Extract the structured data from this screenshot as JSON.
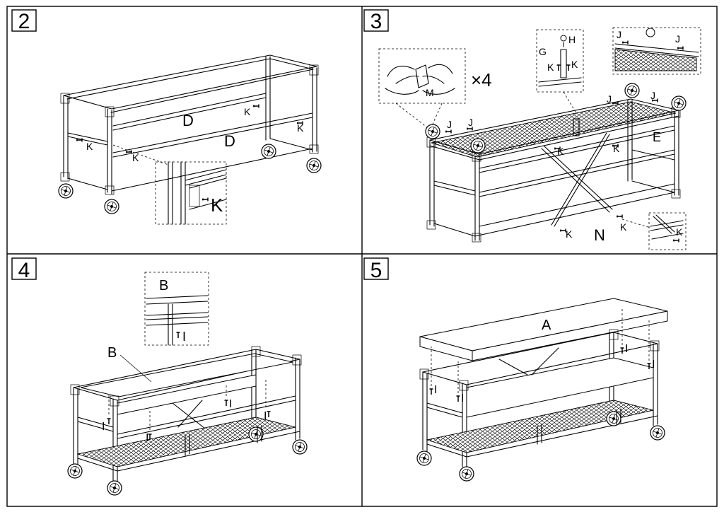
{
  "steps": [
    {
      "number": "2",
      "labels": {
        "d1": "D",
        "d2": "D",
        "k": "K",
        "k_detail": "K"
      }
    },
    {
      "number": "3",
      "labels": {
        "times": "×4",
        "m": "M",
        "j": "J",
        "g": "G",
        "h": "H",
        "k": "K",
        "e": "E",
        "n": "N"
      }
    },
    {
      "number": "4",
      "labels": {
        "b_detail": "B",
        "b": "B",
        "i": "I"
      }
    },
    {
      "number": "5",
      "labels": {
        "a": "A",
        "i": "I"
      }
    }
  ]
}
